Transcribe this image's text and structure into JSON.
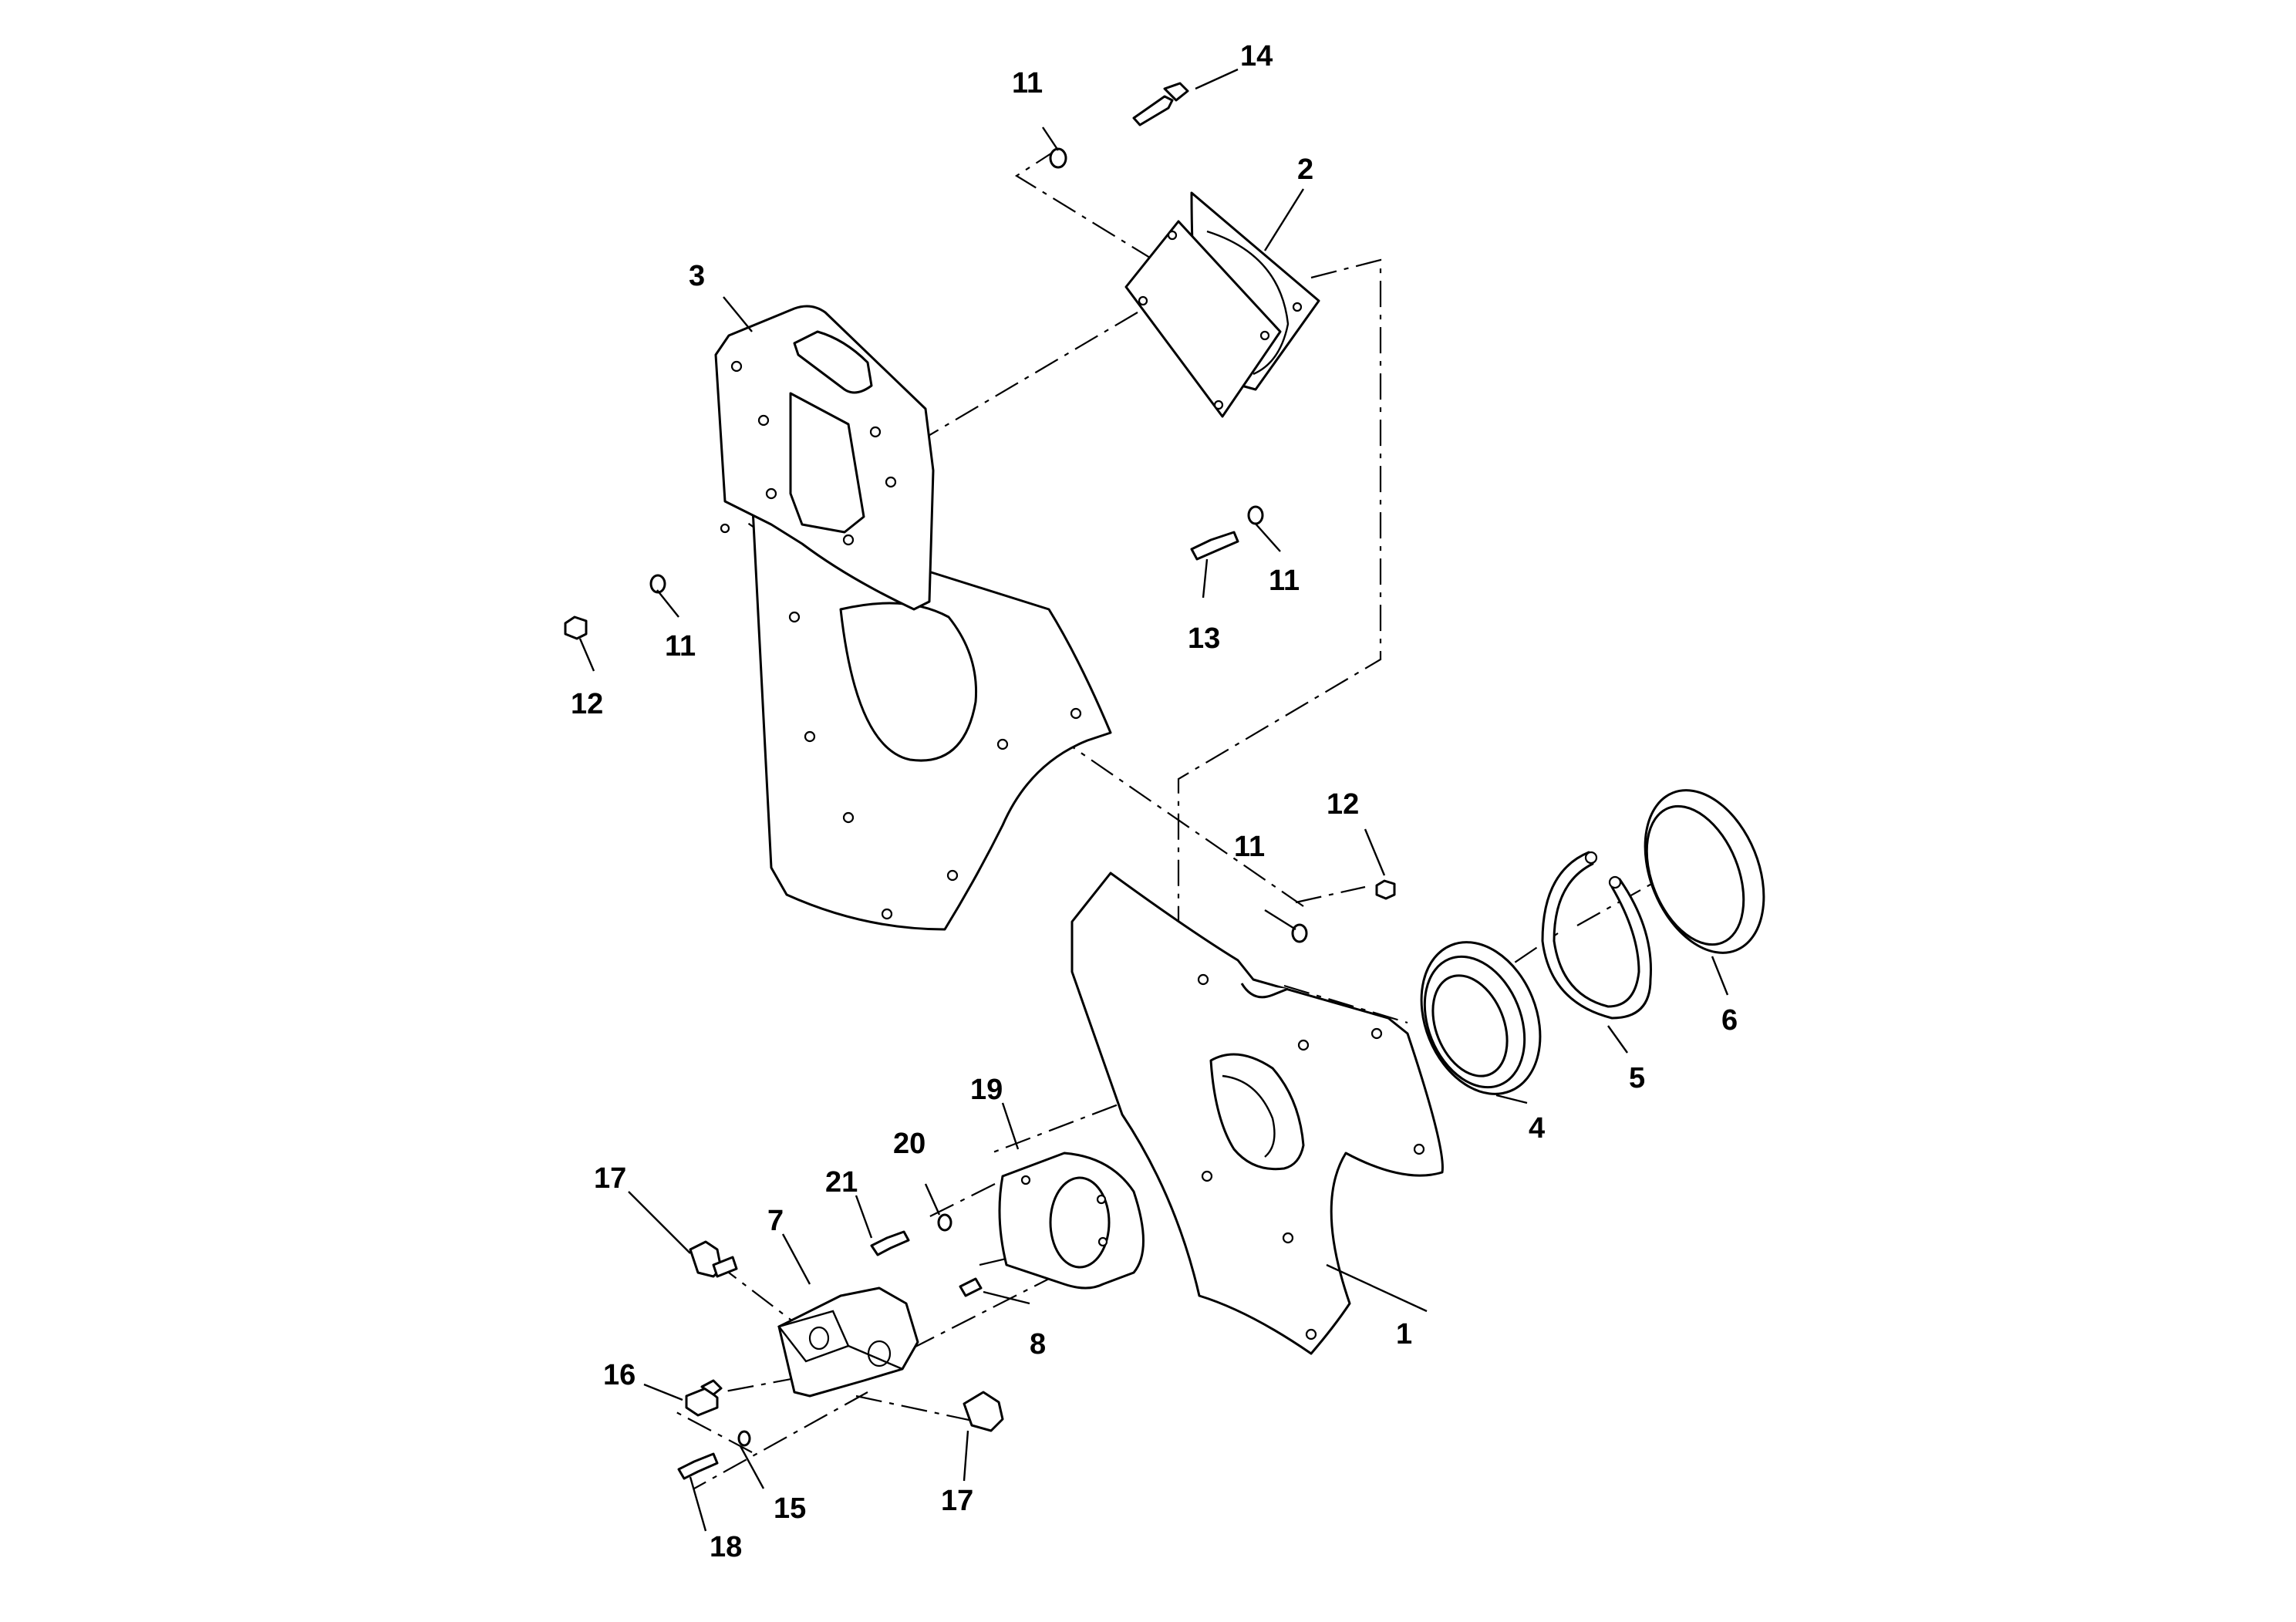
{
  "callouts": {
    "c1": "1",
    "c2": "2",
    "c3": "3",
    "c4": "4",
    "c5": "5",
    "c6": "6",
    "c7": "7",
    "c8": "8",
    "c11a": "11",
    "c11b": "11",
    "c11c": "11",
    "c11d": "11",
    "c12a": "12",
    "c12b": "12",
    "c13": "13",
    "c14": "14",
    "c15": "15",
    "c16": "16",
    "c17a": "17",
    "c17b": "17",
    "c18": "18",
    "c19": "19",
    "c20": "20",
    "c21": "21"
  },
  "colors": {
    "line": "#000000",
    "background": "#ffffff"
  }
}
